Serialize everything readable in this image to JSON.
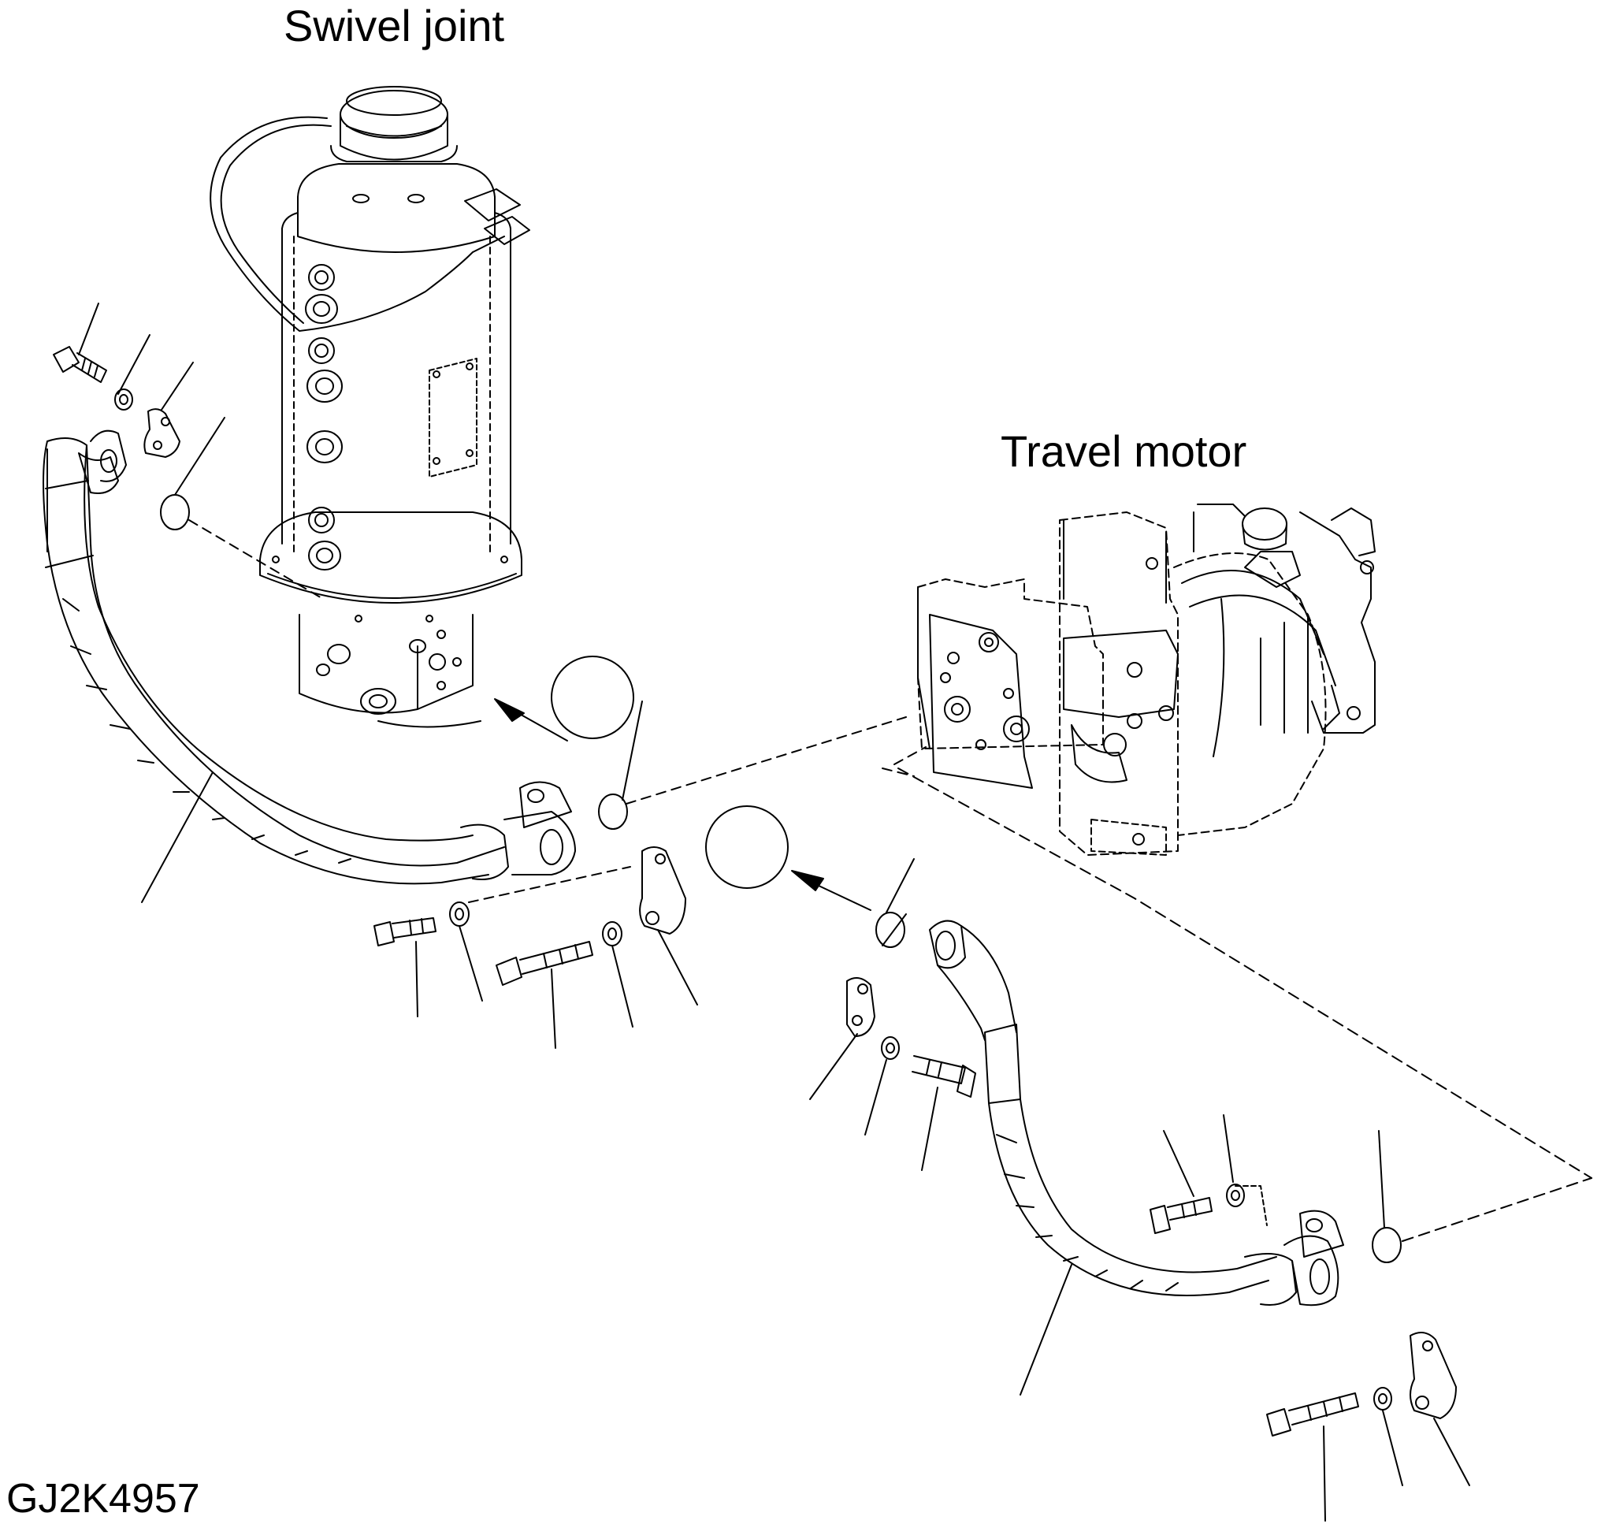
{
  "labels": {
    "swivel_joint": "Swivel joint",
    "travel_motor": "Travel motor",
    "figure_code": "GJ2K4957"
  },
  "colors": {
    "line": "#000000",
    "background": "#ffffff"
  }
}
